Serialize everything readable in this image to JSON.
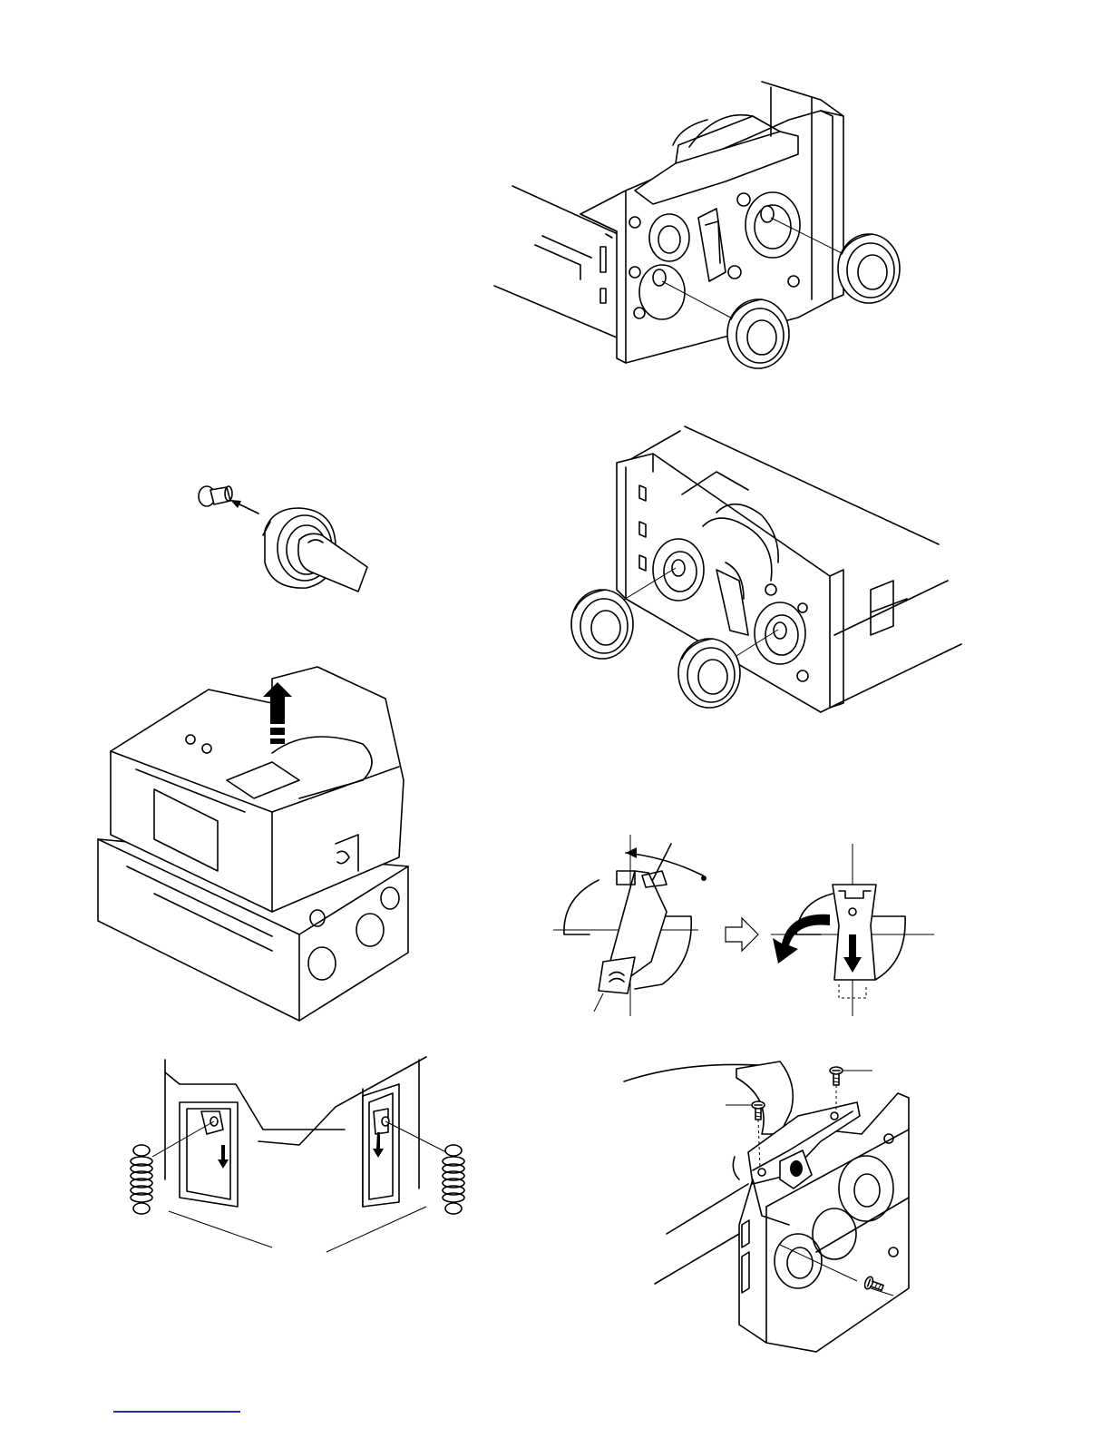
{
  "page": {
    "background": "#ffffff",
    "line_color": "#000000",
    "footer_rule_color": "#2233aa"
  },
  "figures": [
    {
      "id": "fig-1",
      "subject": "reel-cap-removal-front"
    },
    {
      "id": "fig-2",
      "subject": "reel-cap-finger-press"
    },
    {
      "id": "fig-3",
      "subject": "reel-cap-removal-rear"
    },
    {
      "id": "fig-4",
      "subject": "upper-chassis-lift"
    },
    {
      "id": "fig-5",
      "subject": "reel-lock-rotation"
    },
    {
      "id": "fig-6",
      "subject": "tension-springs"
    },
    {
      "id": "fig-7",
      "subject": "head-bracket-screws"
    }
  ]
}
